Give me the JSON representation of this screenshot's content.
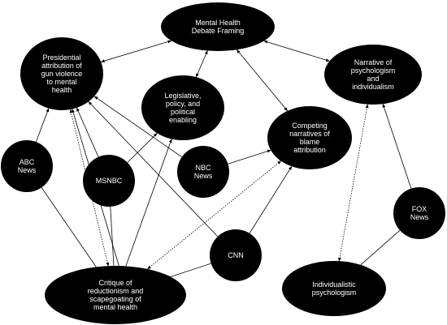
{
  "colors": {
    "node_fill": "#000000",
    "node_text": "#ffffff",
    "edge": "#000000",
    "background": "#ffffff"
  },
  "nodes": {
    "mental-health-debate-framing": {
      "lines": [
        "Mental Health",
        "Debate Framing"
      ]
    },
    "presidential-attribution": {
      "lines": [
        "Presidential",
        "attribution of",
        "gun violence",
        "to mental",
        "health"
      ]
    },
    "narrative-psychologism": {
      "lines": [
        "Narrative of",
        "psychologism",
        "and",
        "individualism"
      ]
    },
    "legislative-policy": {
      "lines": [
        "Legislative,",
        "policy, and",
        "political",
        "enabling"
      ]
    },
    "competing-narratives": {
      "lines": [
        "Competing",
        "narratives of",
        "blame",
        "attribution"
      ]
    },
    "abc-news": {
      "lines": [
        "ABC",
        "News"
      ]
    },
    "msnbc": {
      "lines": [
        "MSNBC"
      ]
    },
    "nbc-news": {
      "lines": [
        "NBC",
        "News"
      ]
    },
    "fox-news": {
      "lines": [
        "FOX",
        "News"
      ]
    },
    "cnn": {
      "lines": [
        "CNN"
      ]
    },
    "critique-reductionism": {
      "lines": [
        "Critique of",
        "reductionism and",
        "scapegoating of",
        "mental health"
      ]
    },
    "individualistic-psychologism": {
      "lines": [
        "Individualistic",
        "psychologism"
      ]
    }
  },
  "edges": [
    {
      "from": "mental-health-debate-framing",
      "to": "presidential-attribution",
      "style": "solid",
      "arrows": "both"
    },
    {
      "from": "mental-health-debate-framing",
      "to": "narrative-psychologism",
      "style": "solid",
      "arrows": "both"
    },
    {
      "from": "mental-health-debate-framing",
      "to": "legislative-policy",
      "style": "solid",
      "arrows": "both"
    },
    {
      "from": "mental-health-debate-framing",
      "to": "competing-narratives",
      "style": "solid",
      "arrows": "both"
    },
    {
      "from": "abc-news",
      "to": "presidential-attribution",
      "style": "solid",
      "arrows": "end"
    },
    {
      "from": "abc-news",
      "to": "critique-reductionism",
      "style": "solid",
      "arrows": "none"
    },
    {
      "from": "msnbc",
      "to": "presidential-attribution",
      "style": "solid",
      "arrows": "end"
    },
    {
      "from": "msnbc",
      "to": "legislative-policy",
      "style": "solid",
      "arrows": "end"
    },
    {
      "from": "msnbc",
      "to": "critique-reductionism",
      "style": "solid",
      "arrows": "none"
    },
    {
      "from": "nbc-news",
      "to": "presidential-attribution",
      "style": "solid",
      "arrows": "end"
    },
    {
      "from": "nbc-news",
      "to": "competing-narratives",
      "style": "solid",
      "arrows": "end"
    },
    {
      "from": "cnn",
      "to": "presidential-attribution",
      "style": "solid",
      "arrows": "end"
    },
    {
      "from": "cnn",
      "to": "competing-narratives",
      "style": "solid",
      "arrows": "end"
    },
    {
      "from": "cnn",
      "to": "critique-reductionism",
      "style": "solid",
      "arrows": "none"
    },
    {
      "from": "critique-reductionism",
      "to": "presidential-attribution",
      "style": "dotted",
      "arrows": "both"
    },
    {
      "from": "critique-reductionism",
      "to": "presidential-attribution",
      "style": "solid",
      "arrows": "end",
      "variant": "b"
    },
    {
      "from": "critique-reductionism",
      "to": "legislative-policy",
      "style": "solid",
      "arrows": "end"
    },
    {
      "from": "critique-reductionism",
      "to": "competing-narratives",
      "style": "dotted",
      "arrows": "both"
    },
    {
      "from": "fox-news",
      "to": "narrative-psychologism",
      "style": "solid",
      "arrows": "end"
    },
    {
      "from": "fox-news",
      "to": "individualistic-psychologism",
      "style": "solid",
      "arrows": "none"
    },
    {
      "from": "individualistic-psychologism",
      "to": "narrative-psychologism",
      "style": "dotted",
      "arrows": "both"
    }
  ]
}
